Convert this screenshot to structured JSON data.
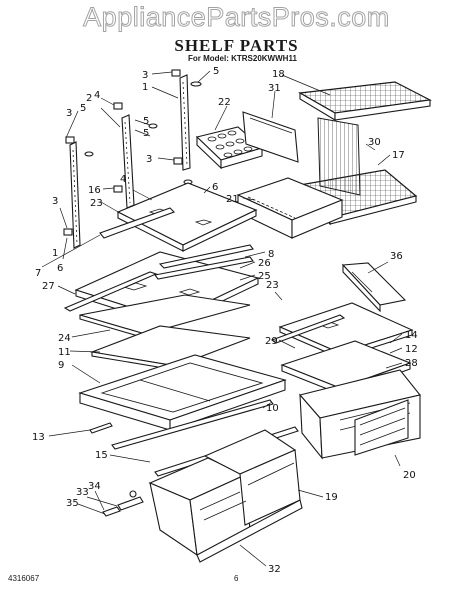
{
  "watermark": "AppliancePartsPros.com",
  "title": "SHELF PARTS",
  "model_line": "For Model: KTRS20KWWH11",
  "footer": {
    "doc_number": "4316067",
    "page_number": "6"
  },
  "callouts": [
    "1",
    "2",
    "3",
    "4",
    "5",
    "6",
    "7",
    "8",
    "9",
    "10",
    "11",
    "12",
    "13",
    "14",
    "15",
    "16",
    "17",
    "18",
    "19",
    "20",
    "21",
    "22",
    "23",
    "24",
    "25",
    "26",
    "27",
    "28",
    "29",
    "30",
    "31",
    "32",
    "33",
    "34",
    "35",
    "36"
  ]
}
